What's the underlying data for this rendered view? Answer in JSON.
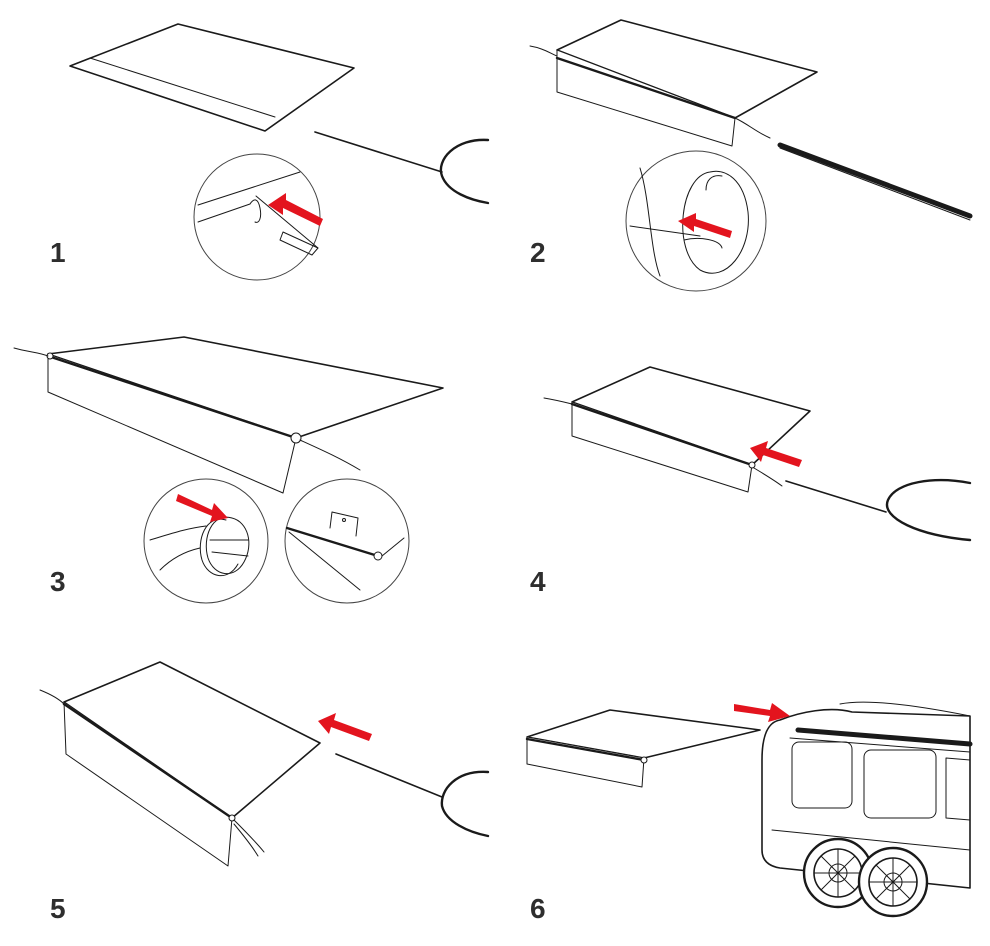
{
  "steps": [
    {
      "number": "1"
    },
    {
      "number": "2"
    },
    {
      "number": "3"
    },
    {
      "number": "4"
    },
    {
      "number": "5"
    },
    {
      "number": "6"
    }
  ],
  "colors": {
    "arrow": "#e3141e",
    "line": "#1a1a1a",
    "number": "#2e2e2e"
  }
}
